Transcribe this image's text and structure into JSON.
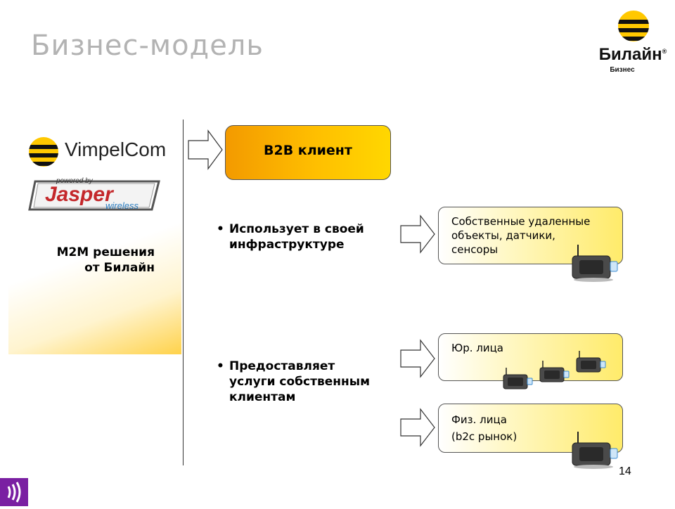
{
  "slide": {
    "title": "Бизнес-модель",
    "page_number": "14"
  },
  "brand": {
    "name": "Билайн",
    "registered": "®",
    "sub": "Бизнес",
    "colors": {
      "yellow": "#ffc800",
      "black": "#111111",
      "purple": "#7a1fa2"
    }
  },
  "left_panel": {
    "vimpelcom": "VimpelCom",
    "jasper_powered": "powered by",
    "jasper_name": "Jasper",
    "jasper_wireless": "wireless",
    "m2m_line1": "M2M решения",
    "m2m_line2": "от Билайн"
  },
  "b2b": {
    "label": "B2B клиент"
  },
  "bullets": [
    {
      "dot": "•",
      "text": "Использует в своей\nинфраструктуре"
    },
    {
      "dot": "•",
      "text": "Предоставляет\nуслуги собственным\nклиентам"
    }
  ],
  "boxes": [
    {
      "text": "Собственные удаленные\nобъекты, датчики,\nсенсоры"
    },
    {
      "text": "Юр. лица"
    },
    {
      "text": "Физ. лица\n(b2c рынок)"
    }
  ],
  "icons": [
    "beeline-ball-icon",
    "vimpelcom-ball-icon",
    "jasper-logo-icon",
    "block-arrow-icon",
    "gps-tracker-device-icon",
    "corner-sound-icon"
  ]
}
